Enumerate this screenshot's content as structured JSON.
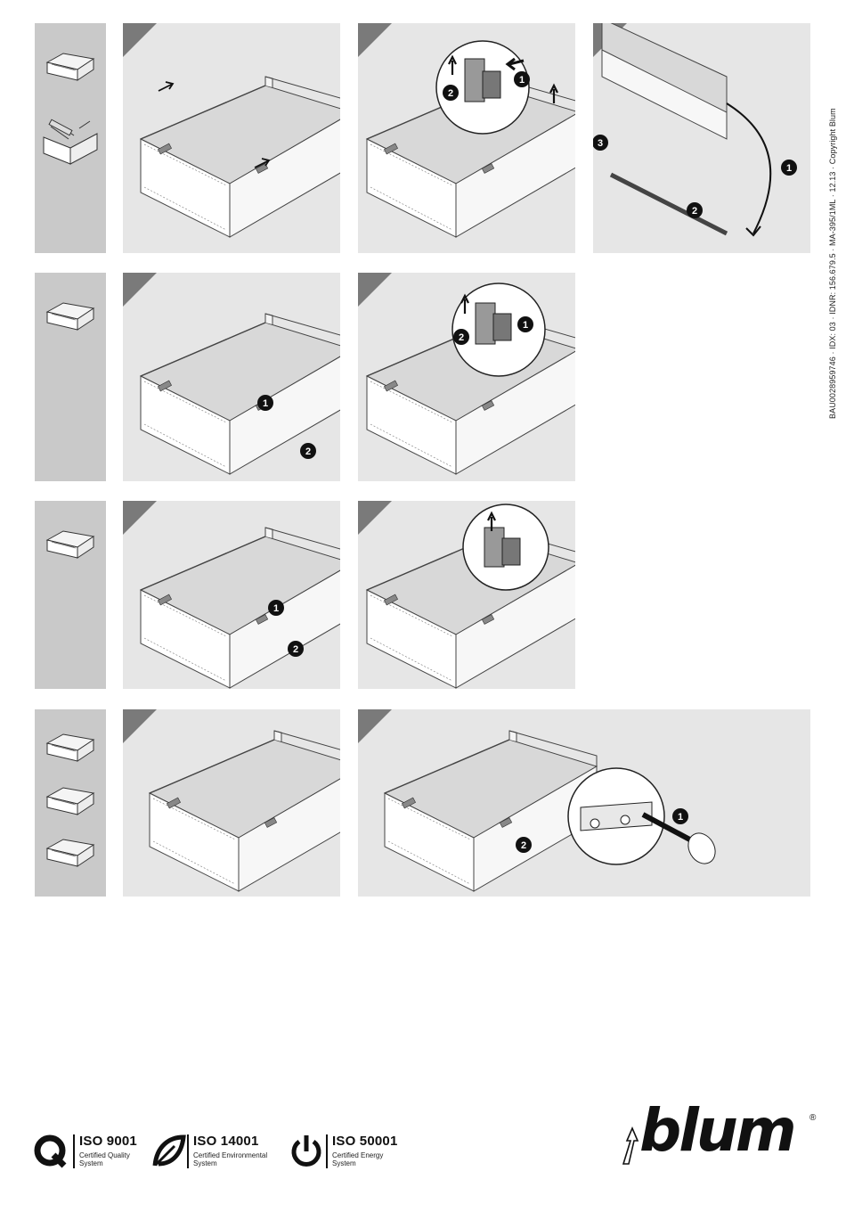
{
  "doc_id": "BAU0028959746 · IDX: 03 · IDNR: 156.679.5 · MA-395/1ML · 12.13 · Copyright Blum",
  "step_badges": [
    "1",
    "2",
    "3"
  ],
  "certifications": [
    {
      "title": "ISO 9001",
      "line1": "Certified Quality",
      "line2": "System"
    },
    {
      "title": "ISO 14001",
      "line1": "Certified Environmental",
      "line2": "System"
    },
    {
      "title": "ISO 50001",
      "line1": "Certified Energy",
      "line2": "System"
    }
  ],
  "brand": {
    "name": "blum",
    "registered": "®"
  },
  "colors": {
    "panel": "#e6e6e6",
    "side": "#c9c9c9",
    "ink": "#1a1a1a",
    "marker": "#7a7a7a"
  },
  "icons": [
    "drawer-icon",
    "q-quality-icon",
    "leaf-icon",
    "power-icon",
    "blum-figure-icon"
  ]
}
